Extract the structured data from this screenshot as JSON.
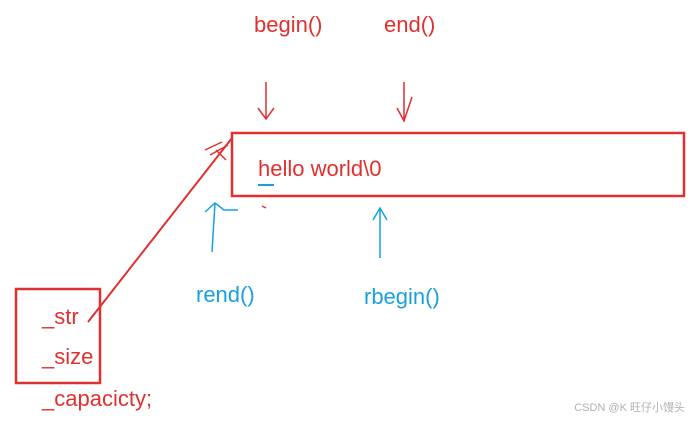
{
  "pointers": {
    "begin": "begin()",
    "end": "end()",
    "rend": "rend()",
    "rbegin": "rbegin()"
  },
  "buffer": {
    "content": "hello world\\0"
  },
  "members": [
    "_str",
    "_size",
    "_capacicty;"
  ],
  "watermark": "CSDN @K 旺仔小馒头",
  "colors": {
    "red": "#e03030",
    "blue": "#1aa0e0"
  }
}
